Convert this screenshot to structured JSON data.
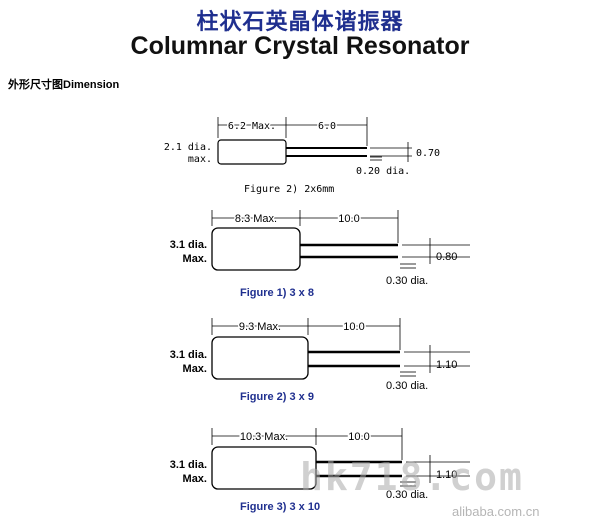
{
  "header": {
    "title_cn": "柱状石英晶体谐振器",
    "title_en": "Columnar Crystal Resonator"
  },
  "section_label": "外形尺寸图Dimension",
  "figures": [
    {
      "body_length": "6.2 Max.",
      "lead_length": "6.0",
      "dia_line1": "2.1 dia.",
      "dia_line2": "max.",
      "pitch": "0.70",
      "lead_dia": "0.20 dia.",
      "caption": "Figure 2) 2x6mm"
    },
    {
      "body_length": "8.3 Max.",
      "lead_length": "10.0",
      "dia_line1": "3.1 dia.",
      "dia_line2": "Max.",
      "pitch": "0.80",
      "lead_dia": "0.30 dia.",
      "caption": "Figure 1) 3 x 8"
    },
    {
      "body_length": "9.3 Max.",
      "lead_length": "10.0",
      "dia_line1": "3.1 dia.",
      "dia_line2": "Max.",
      "pitch": "1.10",
      "lead_dia": "0.30 dia.",
      "caption": "Figure 2) 3 x 9"
    },
    {
      "body_length": "10.3 Max.",
      "lead_length": "10.0",
      "dia_line1": "3.1 dia.",
      "dia_line2": "Max.",
      "pitch": "1.10",
      "lead_dia": "0.30 dia.",
      "caption": "Figure 3) 3 x 10"
    }
  ],
  "watermark": {
    "main": "hk718.com",
    "sub": "alibaba.com.cn"
  },
  "colors": {
    "title_cn": "#1f2f8f",
    "caption_blue": "#1f2f8f",
    "line": "#000000"
  }
}
